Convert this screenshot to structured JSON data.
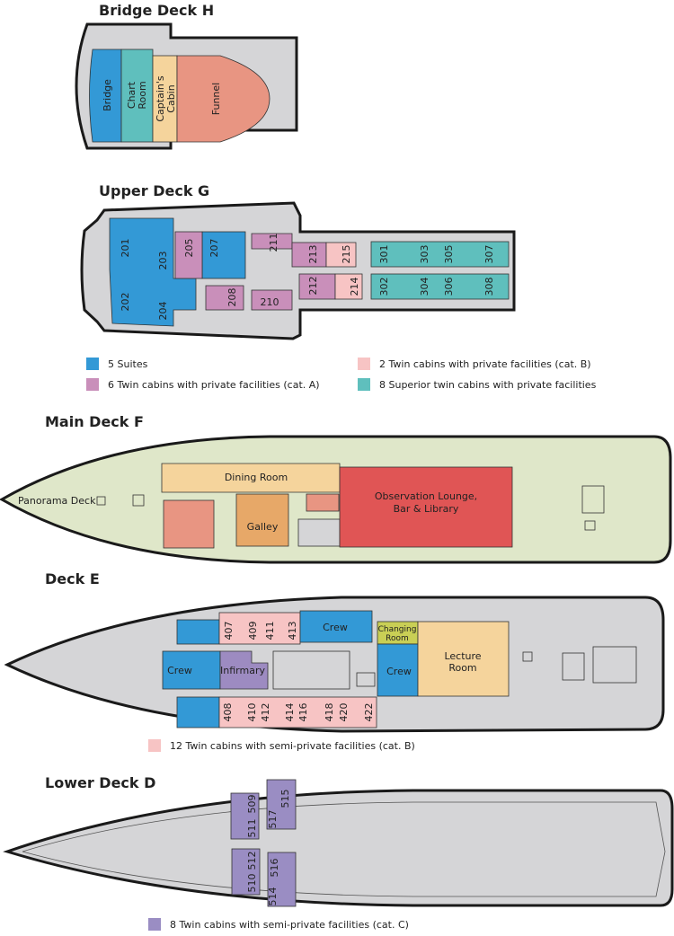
{
  "colors": {
    "suite": "#3399d6",
    "catA": "#c98fba",
    "catB": "#f7c4c4",
    "superior": "#5fbfbd",
    "hull": "#d5d5d7",
    "mainDeck": "#dfe7c9",
    "dining": "#f5d49c",
    "lounge": "#e05555",
    "galley": "#e7a868",
    "salmon": "#e89582",
    "infirmary": "#9d8bc1",
    "changing": "#c9cf55",
    "catC": "#9a8dc3"
  },
  "bridge_deck": {
    "title": "Bridge Deck H",
    "rooms": {
      "bridge": "Bridge",
      "chart1": "Chart",
      "chart2": "Room",
      "captain1": "Captain's",
      "captain2": "Cabin",
      "funnel": "Funnel"
    }
  },
  "upper_deck": {
    "title": "Upper Deck G",
    "cabins": [
      "201",
      "202",
      "203",
      "204",
      "205",
      "207",
      "208",
      "210",
      "211",
      "212",
      "213",
      "214",
      "215",
      "301",
      "302",
      "303",
      "304",
      "305",
      "306",
      "307",
      "308"
    ],
    "legend": {
      "suites": "5 Suites",
      "catA": "6 Twin cabins with private facilities (cat. A)",
      "catB": "2 Twin cabins with private facilities (cat. B)",
      "superior": "8 Superior twin cabins with private facilities"
    }
  },
  "main_deck": {
    "title": "Main Deck F",
    "rooms": {
      "panorama": "Panorama Deck",
      "dining": "Dining Room",
      "galley": "Galley",
      "lounge1": "Observation Lounge,",
      "lounge2": "Bar & Library"
    }
  },
  "deck_e": {
    "title": "Deck E",
    "rooms": {
      "crew": "Crew",
      "infirmary": "Infirmary",
      "changing1": "Changing",
      "changing2": "Room",
      "lecture1": "Lecture",
      "lecture2": "Room"
    },
    "cabins": [
      "407",
      "409",
      "411",
      "413",
      "408",
      "410",
      "412",
      "414",
      "416",
      "418",
      "420",
      "422"
    ],
    "legend": "12 Twin cabins with semi-private facilities (cat. B)"
  },
  "lower_deck": {
    "title": "Lower Deck D",
    "cabins": [
      "509",
      "511",
      "515",
      "517",
      "510",
      "512",
      "514",
      "516"
    ],
    "legend": "8 Twin cabins with semi-private facilities (cat. C)"
  }
}
